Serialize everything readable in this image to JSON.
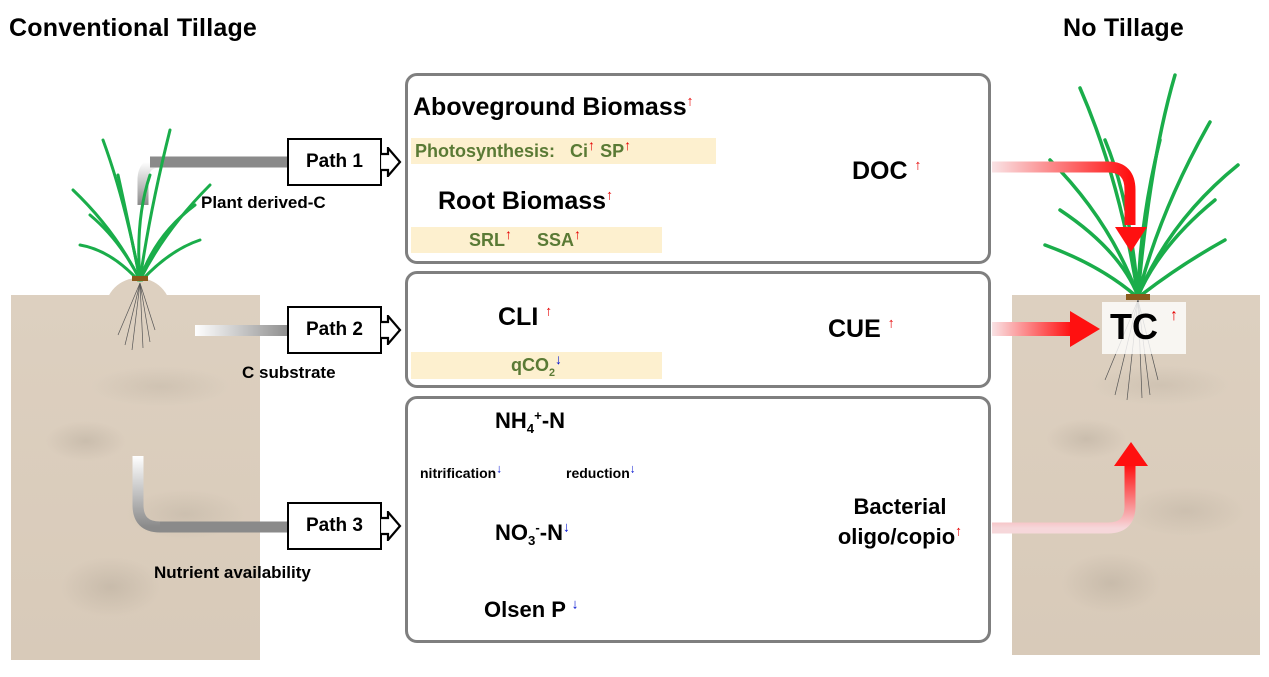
{
  "headers": {
    "left": "Conventional Tillage",
    "right": "No Tillage"
  },
  "paths": [
    {
      "label": "Path 1",
      "caption": "Plant derived-C"
    },
    {
      "label": "Path 2",
      "caption": "C substrate"
    },
    {
      "label": "Path 3",
      "caption": "Nutrient availability"
    }
  ],
  "panel1": {
    "aboveground": "Aboveground Biomass",
    "photosynthesis": "Photosynthesis:",
    "ci": "Ci",
    "sp": "SP",
    "root": "Root Biomass",
    "srl": "SRL",
    "ssa": "SSA",
    "outcome": "DOC"
  },
  "panel2": {
    "cli": "CLI",
    "qco2_main": "qCO",
    "qco2_sub": "2",
    "outcome": "CUE"
  },
  "panel3": {
    "nh4_main": "NH",
    "nh4_sub": "4",
    "nh4_sup": "+",
    "nh4_tail": "-N",
    "no3_main": "NO",
    "no3_sub": "3",
    "no3_sup": "-",
    "no3_tail": "-N",
    "nitrification": "nitrification",
    "reduction": "reduction",
    "olsen": "Olsen P",
    "outcome_line1": "Bacterial",
    "outcome_line2": "oligo/copio"
  },
  "result": {
    "label": "TC"
  },
  "trend_symbols": {
    "increase": "↑",
    "decrease": "↓"
  },
  "colors": {
    "increase": "#e60000",
    "decrease": "#0010d0",
    "highlight": "#fdf0cf",
    "green_text": "#5a7a35",
    "panel_border": "#7f7f7f",
    "plant": "#1aad4a"
  }
}
